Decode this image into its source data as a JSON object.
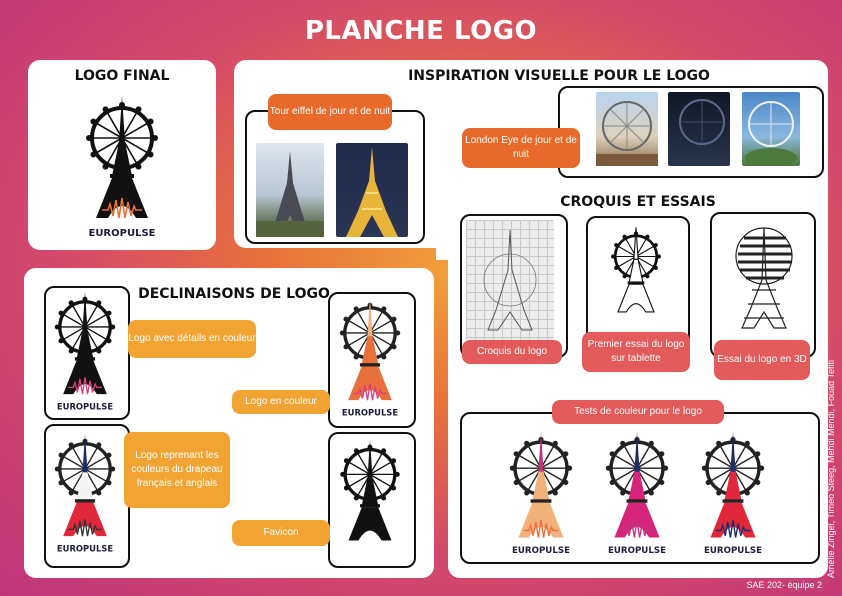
{
  "title": "PLANCHE LOGO",
  "sections": {
    "logo_final": "LOGO FINAL",
    "inspiration": "INSPIRATION VISUELLE POUR LE LOGO",
    "croquis": "CROQUIS ET ESSAIS",
    "declinaisons": "DECLINAISONS DE LOGO"
  },
  "brand": "EUROPULSE",
  "labels": {
    "tour_eiffel": "Tour eiffel de jour et de nuit",
    "london_eye": "London Eye de jour et de nuit",
    "croquis_logo": "Croquis du logo",
    "premier_essai": "Premier essai du logo sur tablette",
    "essai_3d": "Essai du logo en 3D",
    "tests_couleur": "Tests de couleur pour le logo",
    "details_couleur": "Logo avec détails en couleur",
    "logo_couleur": "Logo en couleur",
    "drapeau": "Logo reprenant les couleurs du drapeau français et anglais",
    "favicon": "Favicon"
  },
  "authors": "Amélie Zingel, Timéo Steeg, Mehdi Mendi, Fouad Tefiti",
  "footer": "SAE 202- équipe 2",
  "colors": {
    "orange_label": "#e86a2a",
    "red_label": "#e35a5a",
    "yellow_label": "#f2a433",
    "flag_red": "#e0283a",
    "flag_blue": "#1d2a6b",
    "peach": "#f0b27a"
  }
}
